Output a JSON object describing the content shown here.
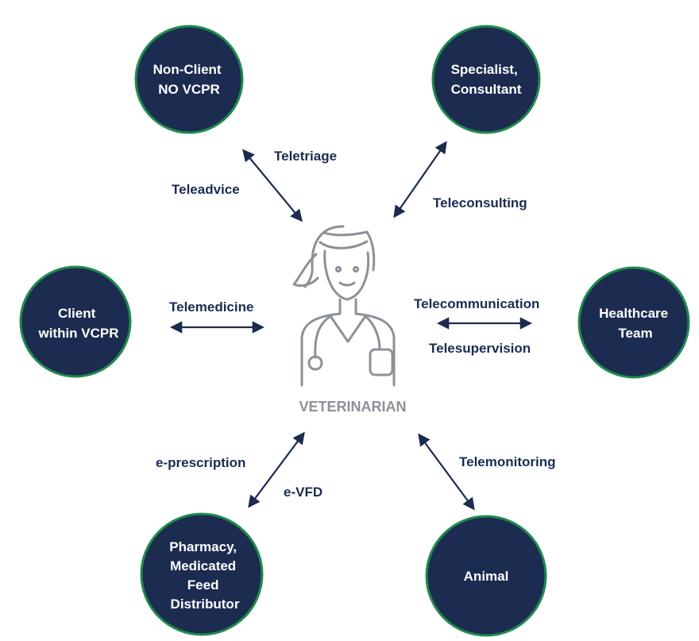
{
  "center": {
    "label": "VETERINARIAN",
    "icon": "veterinarian-icon"
  },
  "nodes": {
    "non_client": {
      "lines": [
        "Non-Client",
        "NO VCPR"
      ]
    },
    "specialist": {
      "lines": [
        "Specialist,",
        "Consultant"
      ]
    },
    "client": {
      "lines": [
        "Client",
        "within VCPR"
      ]
    },
    "healthcare": {
      "lines": [
        "Healthcare",
        "Team"
      ]
    },
    "pharmacy": {
      "lines": [
        "Pharmacy,",
        "Medicated",
        "Feed",
        "Distributor"
      ]
    },
    "animal": {
      "lines": [
        "Animal"
      ]
    }
  },
  "links": {
    "teletriage": "Teletriage",
    "teleadvice": "Teleadvice",
    "teleconsulting": "Teleconsulting",
    "telemedicine": "Telemedicine",
    "telecommunication": "Telecommunication",
    "telesupervision": "Telesupervision",
    "eprescription": "e-prescription",
    "evfd": "e-VFD",
    "telemonitoring": "Telemonitoring"
  },
  "colors": {
    "node_fill": "#1c2b50",
    "node_border": "#1f8a4c",
    "label_text": "#1c2b50",
    "figure_gray": "#8c9199"
  }
}
